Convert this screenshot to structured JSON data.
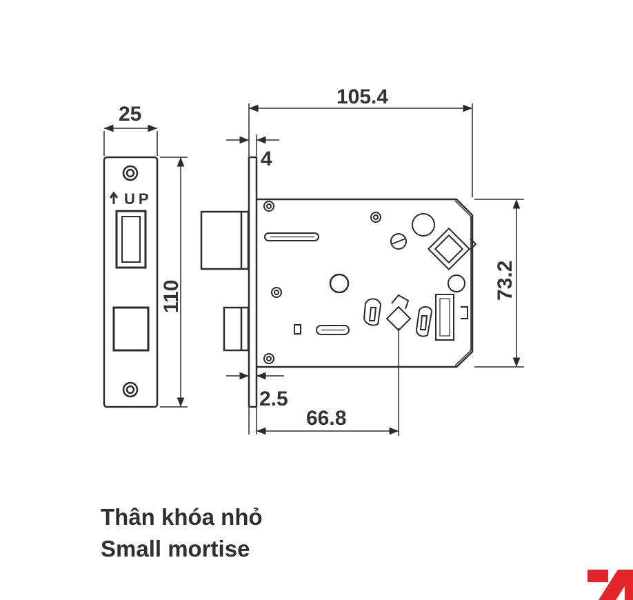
{
  "dimensions": {
    "faceplate_width": "25",
    "faceplate_height": "110",
    "total_depth": "105.4",
    "faceplate_thickness": "4",
    "case_height": "73.2",
    "plate_offset": "2.5",
    "backset": "66.8"
  },
  "faceplate": {
    "up_label": "UP"
  },
  "caption": {
    "vietnamese": "Thân khóa nhỏ",
    "english": "Small mortise"
  },
  "colors": {
    "line": "#2b2b2b",
    "text": "#333333",
    "logo": "#e5252a"
  },
  "logo": {
    "icon": "brand-logo-icon"
  }
}
